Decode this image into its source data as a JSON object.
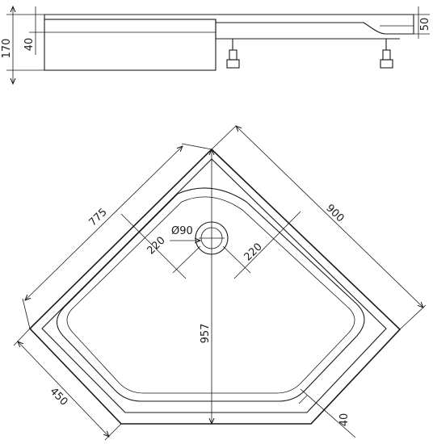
{
  "side_view": {
    "height_total": "170",
    "height_base": "40",
    "height_tray": "50"
  },
  "plan_view": {
    "side_length": "775",
    "diagonal_span": "900",
    "drain_diameter": "Ø90",
    "drain_offset_left": "220",
    "drain_offset_right": "220",
    "depth": "957",
    "front_edge": "450",
    "rim_width": "40"
  }
}
